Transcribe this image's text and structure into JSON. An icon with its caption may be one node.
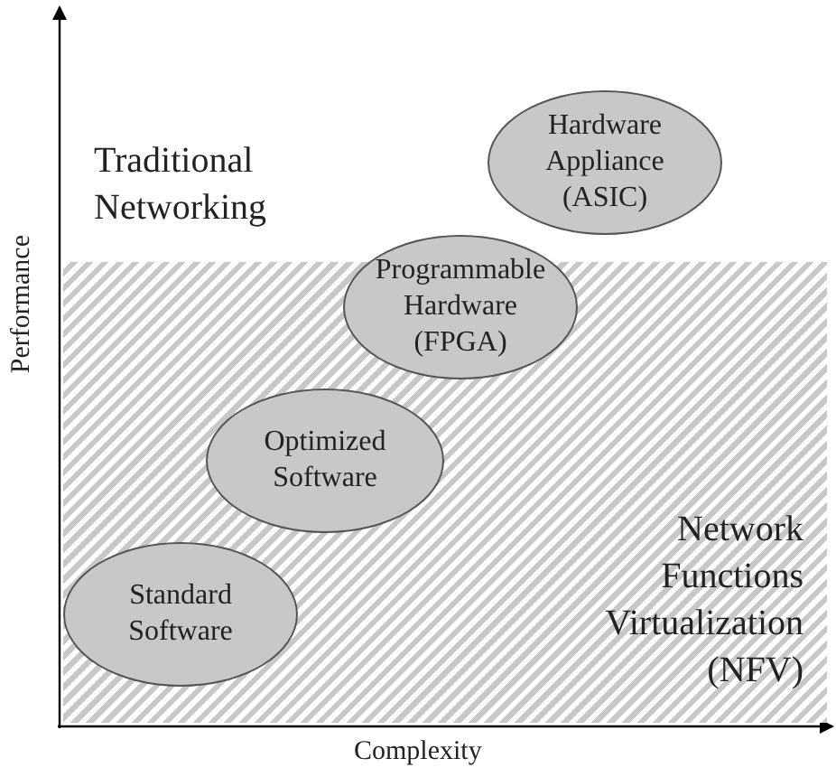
{
  "diagram": {
    "nodes": [
      {
        "text": [
          "Hardware Appliance (ASIC)"
        ]
      },
      {
        "text": [
          "Network Functions Virtualization (NFV)"
        ]
      },
      {
        "text": [
          "Programmable Hardware (FPGA)"
        ]
      },
      {
        "text": [
          "Optimized Software"
        ],
        "in": 1
      },
      {
        "text": [
          "Standard Software"
        ],
        "in": 1
      }
    ],
    "edges": [],
    "labels": [
      "Traditional Networking",
      "Performance",
      "Complexity"
    ]
  }
}
